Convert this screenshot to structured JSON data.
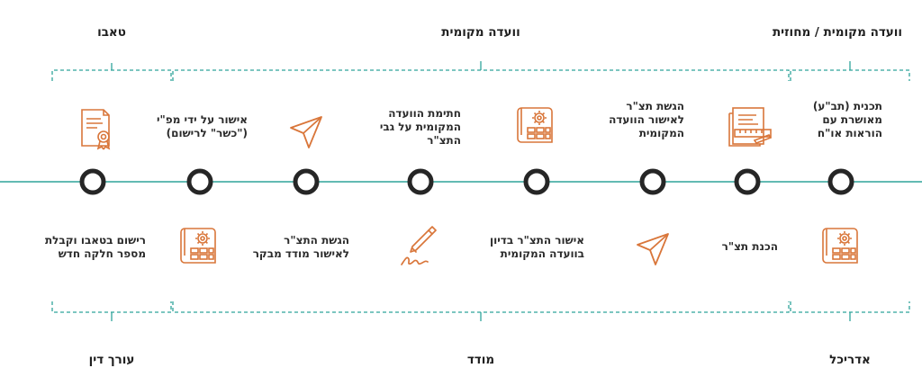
{
  "colors": {
    "line": "#2fa39a",
    "node": "#262626",
    "icon": "#d9763a",
    "text": "#2b2b2b"
  },
  "top_groups": [
    {
      "label": "טאבו"
    },
    {
      "label": "וועדה מקומית"
    },
    {
      "label": "וועדה מקומית / מחוזית"
    }
  ],
  "bottom_groups": [
    {
      "label": "עורך דין"
    },
    {
      "label": "מודד"
    },
    {
      "label": "אדריכל"
    }
  ],
  "steps": [
    {
      "id": 1,
      "label": "תכנית (תב\"ע)\nמאושרת עם\nהוראות או\"ח",
      "icon": "blueprint-gear-icon"
    },
    {
      "id": 2,
      "label": "הכנת תצ\"ר",
      "icon": "plan-ruler-icon"
    },
    {
      "id": 3,
      "label": "הגשת תצ\"ר\nלאישור הוועדה\nהמקומית",
      "icon": "send-arrow-icon"
    },
    {
      "id": 4,
      "label": "אישור התצ\"ר בדיון\nבוועדה המקומית",
      "icon": "blueprint-gear-icon"
    },
    {
      "id": 5,
      "label": "חתימת הוועדה\nהמקומית על גבי\nהתצ\"ר",
      "icon": "pen-signature-icon"
    },
    {
      "id": 6,
      "label": "הגשת התצ\"ר\nלאישור מודד מבקר",
      "icon": "send-arrow-icon"
    },
    {
      "id": 7,
      "label": "אישור על ידי מפ\"י\n(\"כשר\" לרישום)",
      "icon": "blueprint-gear-icon"
    },
    {
      "id": 8,
      "label": "רישום בטאבו וקבלת\nמספר חלקה חדש",
      "icon": "certificate-icon"
    }
  ]
}
